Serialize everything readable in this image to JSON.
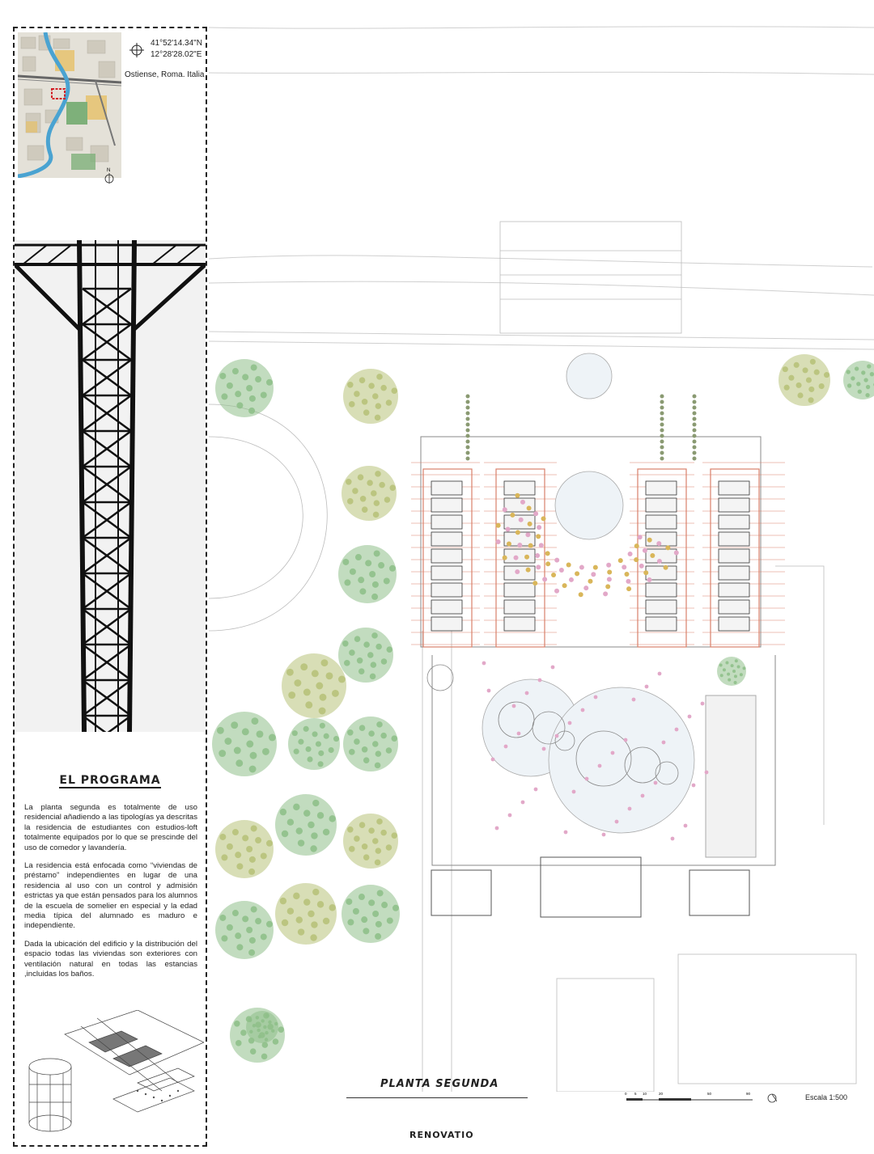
{
  "location": {
    "latitude": "41°52'14.34\"N",
    "longitude": "12°28'28.02\"E",
    "place": "Ostiense, Roma. Italia"
  },
  "programa": {
    "title": "EL PROGRAMA",
    "paragraphs": [
      "La planta segunda es totalmente de uso residencial añadiendo a las tipologías ya descritas la residencia de estudiantes con estudios-loft totalmente equipados por lo que se prescinde del uso de comedor y lavandería.",
      "La residencia está enfocada como “viviendas de préstamo” independientes en lugar de una residencia al uso con un control y admisión estrictas ya que están pensados para los alumnos de la escuela de somelier en especial y la edad media típica del alumnado es maduro e independiente.",
      "Dada la ubicación del edificio y la distribución del espacio todas las viviendas son exteriores con ventilación natural en todas las estancias ,incluidas los baños."
    ]
  },
  "plan": {
    "title": "PLANTA SEGUNDA",
    "scale_label": "Escala  1:500",
    "scale_ticks": [
      "0",
      "5",
      "10",
      "20",
      "50",
      "90"
    ]
  },
  "brand": "RENOVATIO",
  "colors": {
    "tree_green": "#8fc08a",
    "tree_olive": "#b8c27a",
    "flower_pink": "#e2a8c8",
    "flower_yellow": "#d9b65a",
    "grid_red": "#d9806a",
    "map_highlight": "#d21f26"
  }
}
